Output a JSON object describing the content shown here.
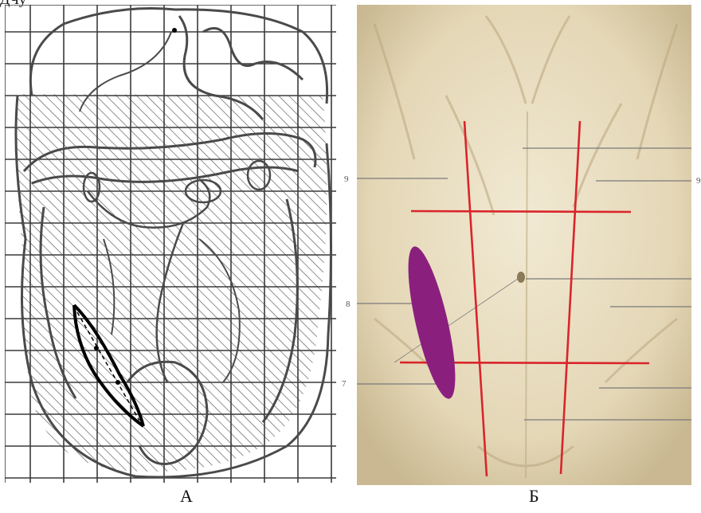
{
  "top_fragment": "ДЧу",
  "panels": [
    {
      "caption": "А"
    },
    {
      "caption": "Б"
    }
  ],
  "labels": {
    "left": [
      "9",
      "8",
      "7"
    ],
    "right": [
      "9",
      "",
      "",
      "",
      "",
      ""
    ]
  },
  "colors": {
    "grid": "#3a3a3a",
    "outline": "#4a4a4a",
    "hatch": "#555555",
    "incision_a": "#000000",
    "region_lines": "#d9252b",
    "incision_b": "#8b1f7e",
    "skin": "#ece2c8"
  }
}
